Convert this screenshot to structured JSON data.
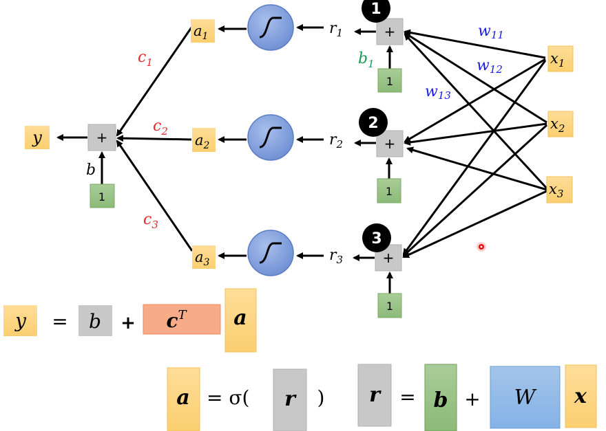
{
  "network": {
    "output": {
      "label": "y"
    },
    "output_sum": {
      "label": "+",
      "bias_label": "b",
      "bias_input": "1"
    },
    "weights_out": [
      "c",
      "c",
      "c"
    ],
    "weights_out_sub": [
      "1",
      "2",
      "3"
    ],
    "activations": [
      {
        "label": "a",
        "sub": "1"
      },
      {
        "label": "a",
        "sub": "2"
      },
      {
        "label": "a",
        "sub": "3"
      }
    ],
    "pre_activations": [
      {
        "label": "r",
        "sub": "1"
      },
      {
        "label": "r",
        "sub": "2"
      },
      {
        "label": "r",
        "sub": "3"
      }
    ],
    "neurons": [
      {
        "number": "1",
        "sum": "+",
        "bias_input": "1"
      },
      {
        "number": "2",
        "sum": "+",
        "bias_input": "1"
      },
      {
        "number": "3",
        "sum": "+",
        "bias_input": "1"
      }
    ],
    "bias_label": {
      "label": "b",
      "sub": "1"
    },
    "inputs": [
      {
        "label": "x",
        "sub": "1"
      },
      {
        "label": "x",
        "sub": "2"
      },
      {
        "label": "x",
        "sub": "3"
      }
    ],
    "weight_labels": [
      {
        "label": "w",
        "sub": "11"
      },
      {
        "label": "w",
        "sub": "12"
      },
      {
        "label": "w",
        "sub": "13"
      }
    ],
    "activation_icon": "sigmoid-icon"
  },
  "equations": {
    "eq1": {
      "lhs": "y",
      "eq": "=",
      "b": "b",
      "plus": "+",
      "c": "c",
      "sup": "T",
      "a": "a"
    },
    "eq2": {
      "lhs": "a",
      "eq": "= σ(",
      "r": "r",
      "close": ")"
    },
    "eq3": {
      "lhs": "r",
      "eq": "=",
      "b": "b",
      "plus": "+",
      "W": "W",
      "x": "x"
    }
  },
  "colors": {
    "yellow": "#fdd88a",
    "gray": "#c8c8c8",
    "green": "#9bc48a",
    "orange": "#f7ab88",
    "blue": "#8db8e8",
    "sigmoid": "#7f9fdc",
    "red_label": "#e8262a",
    "blue_label": "#1a1ae6",
    "green_label": "#1a9a50"
  }
}
